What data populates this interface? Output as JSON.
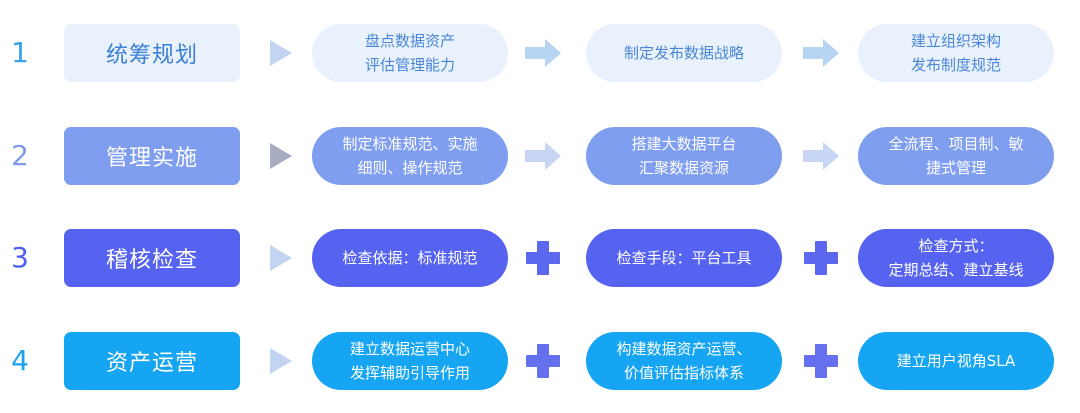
{
  "rows": [
    {
      "number": "1",
      "stage": "统筹规划",
      "items": [
        {
          "lines": [
            "盘点数据资产",
            "评估管理能力"
          ]
        },
        {
          "lines": [
            "制定发布数据战略"
          ]
        },
        {
          "lines": [
            "建立组织架构",
            "发布制度规范"
          ]
        }
      ],
      "connector": "arrow"
    },
    {
      "number": "2",
      "stage": "管理实施",
      "items": [
        {
          "lines": [
            "制定标准规范、实施",
            "细则、操作规范"
          ]
        },
        {
          "lines": [
            "搭建大数据平台",
            "汇聚数据资源"
          ]
        },
        {
          "lines": [
            "全流程、项目制、敏",
            "捷式管理"
          ]
        }
      ],
      "connector": "arrow"
    },
    {
      "number": "3",
      "stage": "稽核检查",
      "items": [
        {
          "lines": [
            "检查依据：标准规范"
          ]
        },
        {
          "lines": [
            "检查手段：平台工具"
          ]
        },
        {
          "lines": [
            "检查方式：",
            "定期总结、建立基线"
          ]
        }
      ],
      "connector": "plus"
    },
    {
      "number": "4",
      "stage": "资产运营",
      "items": [
        {
          "lines": [
            "建立数据运营中心",
            "发挥辅助引导作用"
          ]
        },
        {
          "lines": [
            "构建数据资产运营、",
            "价值评估指标体系"
          ]
        },
        {
          "lines": [
            "建立用户视角SLA"
          ]
        }
      ],
      "connector": "plus"
    }
  ],
  "colors": {
    "row1": {
      "number": "#3aa0e8",
      "stage_bg": "#e8f1fc",
      "stage_text": "#3a7fd8",
      "pill_bg": "#e8f1fc",
      "pill_text": "#4a86d8",
      "connector": "#b7d4f3"
    },
    "row2": {
      "number": "#7f9be8",
      "stage_bg": "#7f9ef0",
      "stage_text": "#ffffff",
      "pill_bg": "#7f9ef0",
      "pill_text": "#ffffff",
      "connector": "#c6d6f4",
      "triangle": "#a8acc0"
    },
    "row3": {
      "number": "#4f5ff0",
      "stage_bg": "#5663f0",
      "stage_text": "#ffffff",
      "pill_bg": "#5663f0",
      "pill_text": "#ffffff",
      "connector": "#5b67ee"
    },
    "row4": {
      "number": "#1ba3ee",
      "stage_bg": "#16a5f2",
      "stage_text": "#ffffff",
      "pill_bg": "#16a5f2",
      "pill_text": "#ffffff",
      "connector": "#6470ee"
    }
  }
}
